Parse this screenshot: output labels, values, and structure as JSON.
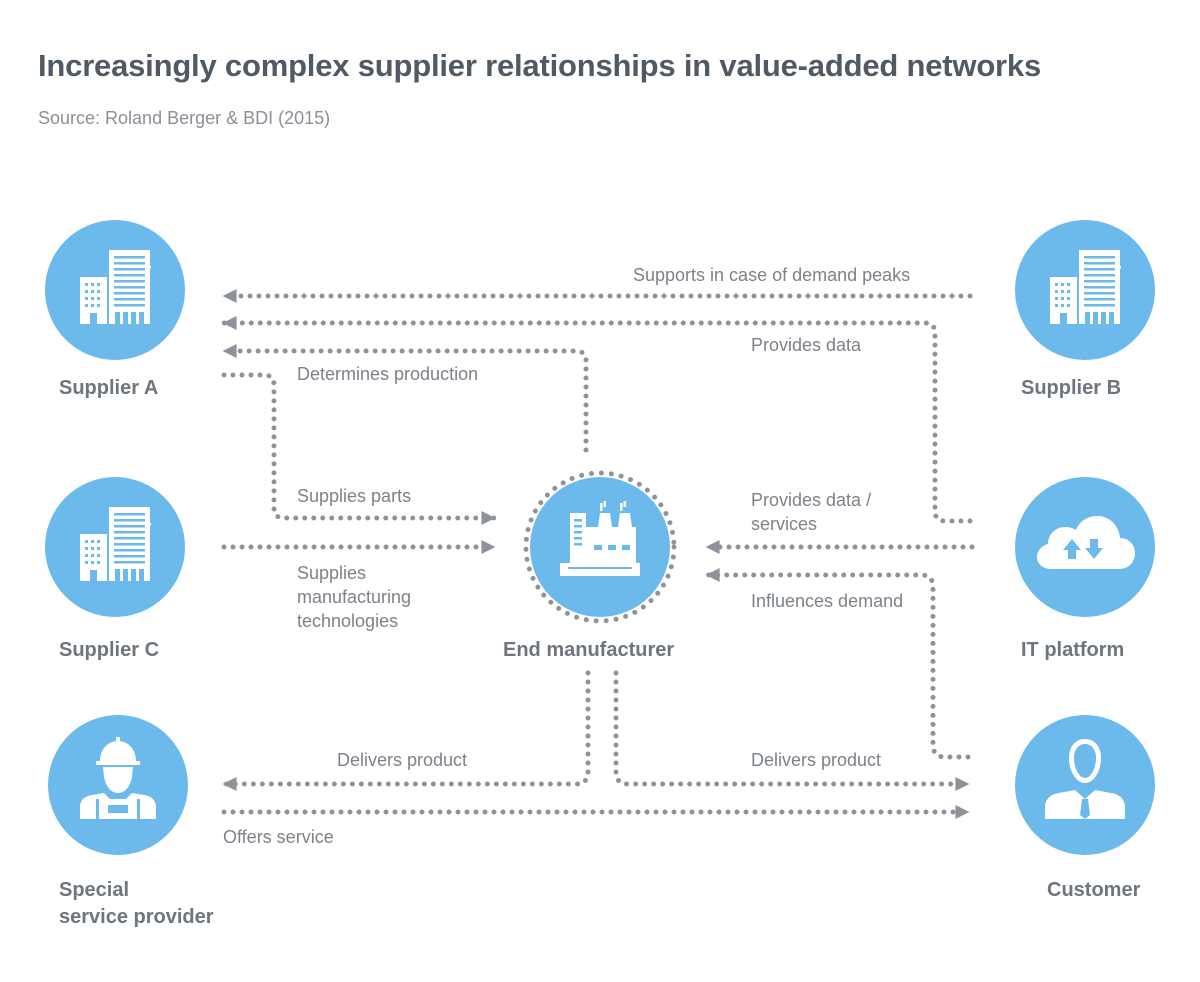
{
  "title": "Increasingly complex supplier relationships in value-added networks",
  "source": "Source: Roland Berger & BDI (2015)",
  "colors": {
    "node_fill": "#6cb9ec",
    "icon": "#ffffff",
    "line": "#8e939a",
    "title": "#4f5a64",
    "text": "#7b8289"
  },
  "nodes": {
    "supplier_a": {
      "label": "Supplier A",
      "icon": "building-icon"
    },
    "supplier_b": {
      "label": "Supplier B",
      "icon": "building-icon"
    },
    "supplier_c": {
      "label": "Supplier C",
      "icon": "building-icon"
    },
    "end_manufacturer": {
      "label": "End manufacturer",
      "icon": "factory-icon"
    },
    "it_platform": {
      "label": "IT platform",
      "icon": "cloud-upload-download-icon"
    },
    "special_service_provider": {
      "label_line1": "Special",
      "label_line2": "service provider",
      "icon": "worker-icon"
    },
    "customer": {
      "label": "Customer",
      "icon": "businessman-icon"
    }
  },
  "edges": {
    "supports_demand_peaks": "Supports in case of demand peaks",
    "provides_data_b": "Provides data",
    "determines_production": "Determines production",
    "supplies_parts": "Supplies parts",
    "supplies_tech_line1": "Supplies",
    "supplies_tech_line2": "manufacturing",
    "supplies_tech_line3": "technologies",
    "provides_data_services_line1": "Provides data /",
    "provides_data_services_line2": "services",
    "influences_demand": "Influences demand",
    "delivers_product_left": "Delivers product",
    "delivers_product_right": "Delivers product",
    "offers_service": "Offers service"
  }
}
